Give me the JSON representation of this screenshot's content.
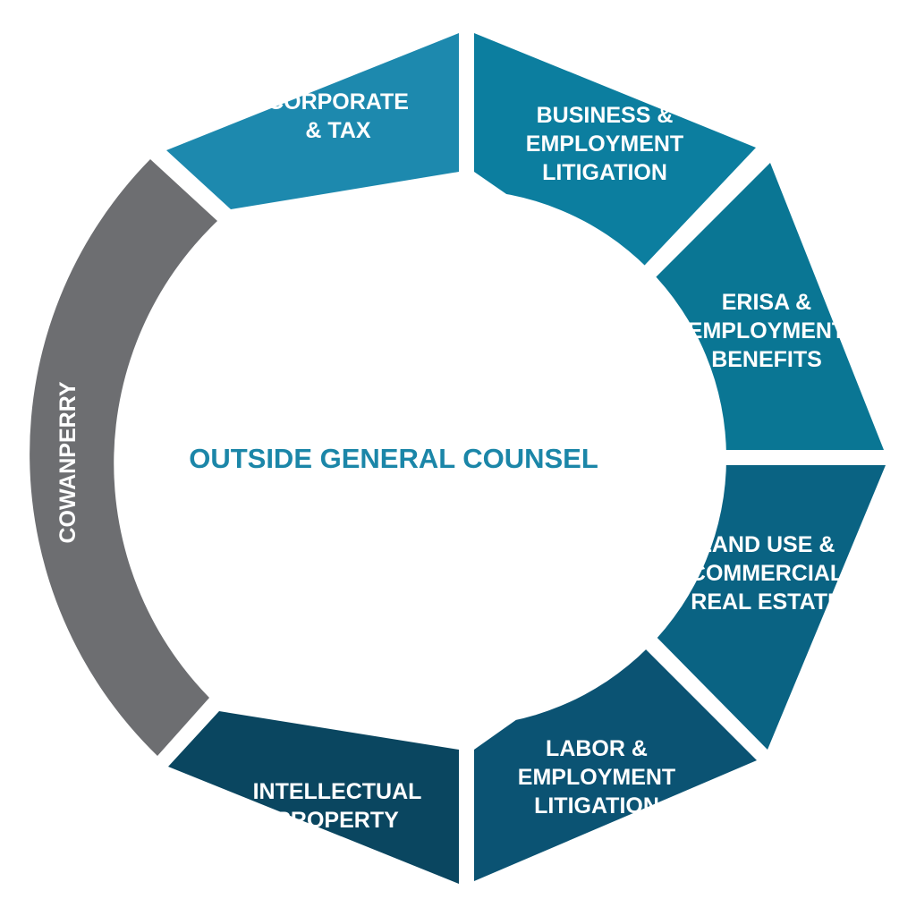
{
  "center": {
    "title": "OUTSIDE GENERAL COUNSEL",
    "color": "#1b86a8"
  },
  "segments": [
    {
      "id": "corporate-tax",
      "lines": [
        "CORPORATE",
        "& TAX"
      ],
      "color": "#1d89ae"
    },
    {
      "id": "business-employment-litigation",
      "lines": [
        "BUSINESS &",
        "EMPLOYMENT",
        "LITIGATION"
      ],
      "color": "#0c7e9f"
    },
    {
      "id": "erisa-employment-benefits",
      "lines": [
        "ERISA &",
        "EMPLOYMENT",
        "BENEFITS"
      ],
      "color": "#0a7694"
    },
    {
      "id": "land-use-commercial-real-estate",
      "lines": [
        "LAND USE &",
        "COMMERCIAL",
        "REAL ESTATE"
      ],
      "color": "#0a6383"
    },
    {
      "id": "labor-employment-litigation",
      "lines": [
        "LABOR &",
        "EMPLOYMENT",
        "LITIGATION"
      ],
      "color": "#0b5373"
    },
    {
      "id": "intellectual-property",
      "lines": [
        "INTELLECTUAL",
        "PROPERTY"
      ],
      "color": "#0a4660"
    },
    {
      "id": "cowanperry",
      "lines": [
        "COWANPERRY"
      ],
      "color": "#6d6e71"
    }
  ]
}
